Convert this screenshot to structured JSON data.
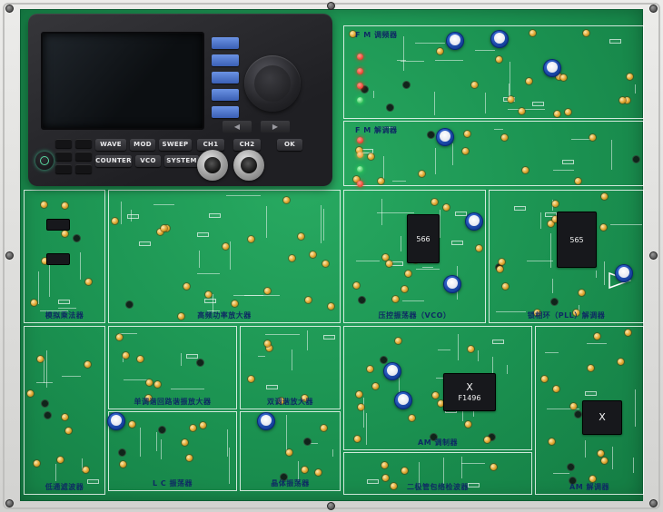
{
  "generator": {
    "row1": [
      "WAVE",
      "MOD",
      "SWEEP",
      "CH1",
      "CH2",
      "OK"
    ],
    "row2": [
      "COUNTER",
      "VCO",
      "SYSTEM"
    ]
  },
  "icons": {
    "left_arrow": "◀",
    "right_arrow": "▶"
  },
  "modules": [
    {
      "id": "fm-modulator",
      "label": "F M 调频器"
    },
    {
      "id": "fm-demodulator",
      "label": "F M 解调器"
    },
    {
      "id": "analog-multiplier",
      "label": "模拟乘法器"
    },
    {
      "id": "hf-power-amplifier",
      "label": "高频功率放大器"
    },
    {
      "id": "vco",
      "label": "压控振荡器（VCO）"
    },
    {
      "id": "pll-demodulator",
      "label": "锁相环（PLL）解调器"
    },
    {
      "id": "single-tuned-amplifier",
      "label": "单调谐回路谐振放大器"
    },
    {
      "id": "double-tuned-amplifier",
      "label": "双调谐放大器"
    },
    {
      "id": "lc-oscillator",
      "label": "L C 振荡器"
    },
    {
      "id": "crystal-oscillator",
      "label": "晶体振荡器"
    },
    {
      "id": "am-modulator",
      "label": "AM 调制器"
    },
    {
      "id": "envelope-detector",
      "label": "二极管包络检波器"
    },
    {
      "id": "am-demodulator",
      "label": "AM 解调器"
    },
    {
      "id": "lowpass-filter",
      "label": "低通滤波器"
    }
  ],
  "chips": [
    {
      "label": "566"
    },
    {
      "label": "565"
    },
    {
      "symbol": "X",
      "label": "F1496"
    },
    {
      "symbol": "X"
    }
  ],
  "colors": {
    "pcb_green": "#1b9251",
    "terminal_gold": "#dfa42d",
    "knob_blue": "#1d4fb8",
    "softkey_blue": "#3a5fb4",
    "led_red": "#e01808",
    "led_green": "#0ca83a"
  }
}
